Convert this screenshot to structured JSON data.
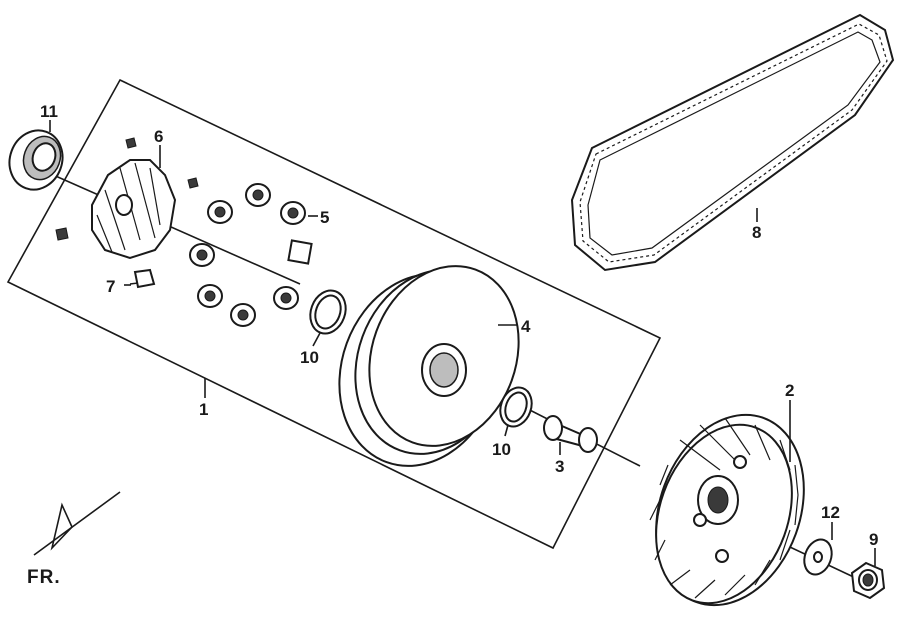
{
  "diagram": {
    "callouts": [
      {
        "id": "1",
        "text": "1"
      },
      {
        "id": "2",
        "text": "2"
      },
      {
        "id": "3",
        "text": "3"
      },
      {
        "id": "4",
        "text": "4"
      },
      {
        "id": "5",
        "text": "5"
      },
      {
        "id": "6",
        "text": "6"
      },
      {
        "id": "7",
        "text": "7"
      },
      {
        "id": "8",
        "text": "8"
      },
      {
        "id": "9",
        "text": "9"
      },
      {
        "id": "10a",
        "text": "10"
      },
      {
        "id": "10b",
        "text": "10"
      },
      {
        "id": "11",
        "text": "11"
      },
      {
        "id": "12",
        "text": "12"
      }
    ],
    "direction_label": "FR."
  }
}
